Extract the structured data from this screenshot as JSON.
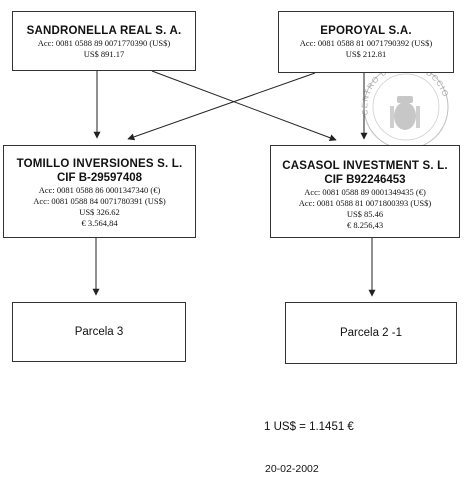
{
  "entities": {
    "sandronella": {
      "name": "SANDRONELLA REAL S. A.",
      "lines": [
        "Acc: 0081 0588 89 0071770390 (US$)",
        "US$ 891.17"
      ]
    },
    "eporoyal": {
      "name": "EPOROYAL S.A.",
      "lines": [
        "Acc: 0081 0588 81 0071790392 (US$)",
        "US$ 212.81"
      ]
    },
    "tomillo": {
      "name": "TOMILLO INVERSIONES S. L.",
      "cif": "CIF B-29597408",
      "lines": [
        "Acc: 0081 0588 86 0001347340 (€)",
        "Acc: 0081 0588 84 0071780391 (US$)",
        "US$ 326.62",
        "€ 3.564,84"
      ]
    },
    "casasol": {
      "name": "CASASOL INVESTMENT S. L.",
      "cif": "CIF B92246453",
      "lines": [
        "Acc: 0081 0588 89 0001349435 (€)",
        "Acc: 0081 0588 81 0071800393 (US$)",
        "US$ 85.46",
        "€ 8.256,43"
      ]
    },
    "parcela3": {
      "name": "Parcela  3"
    },
    "parcela21": {
      "name": "Parcela  2 -1"
    }
  },
  "footer": {
    "exchange_rate": "1 US$  =  1.1451 €",
    "date": "20-02-2002"
  },
  "seal": {
    "text": "CENTRO DE INSTRUCCION"
  },
  "colors": {
    "ink": "#111111",
    "box_border": "#333333",
    "arrow": "#222222",
    "seal": "#8a8a8a"
  }
}
